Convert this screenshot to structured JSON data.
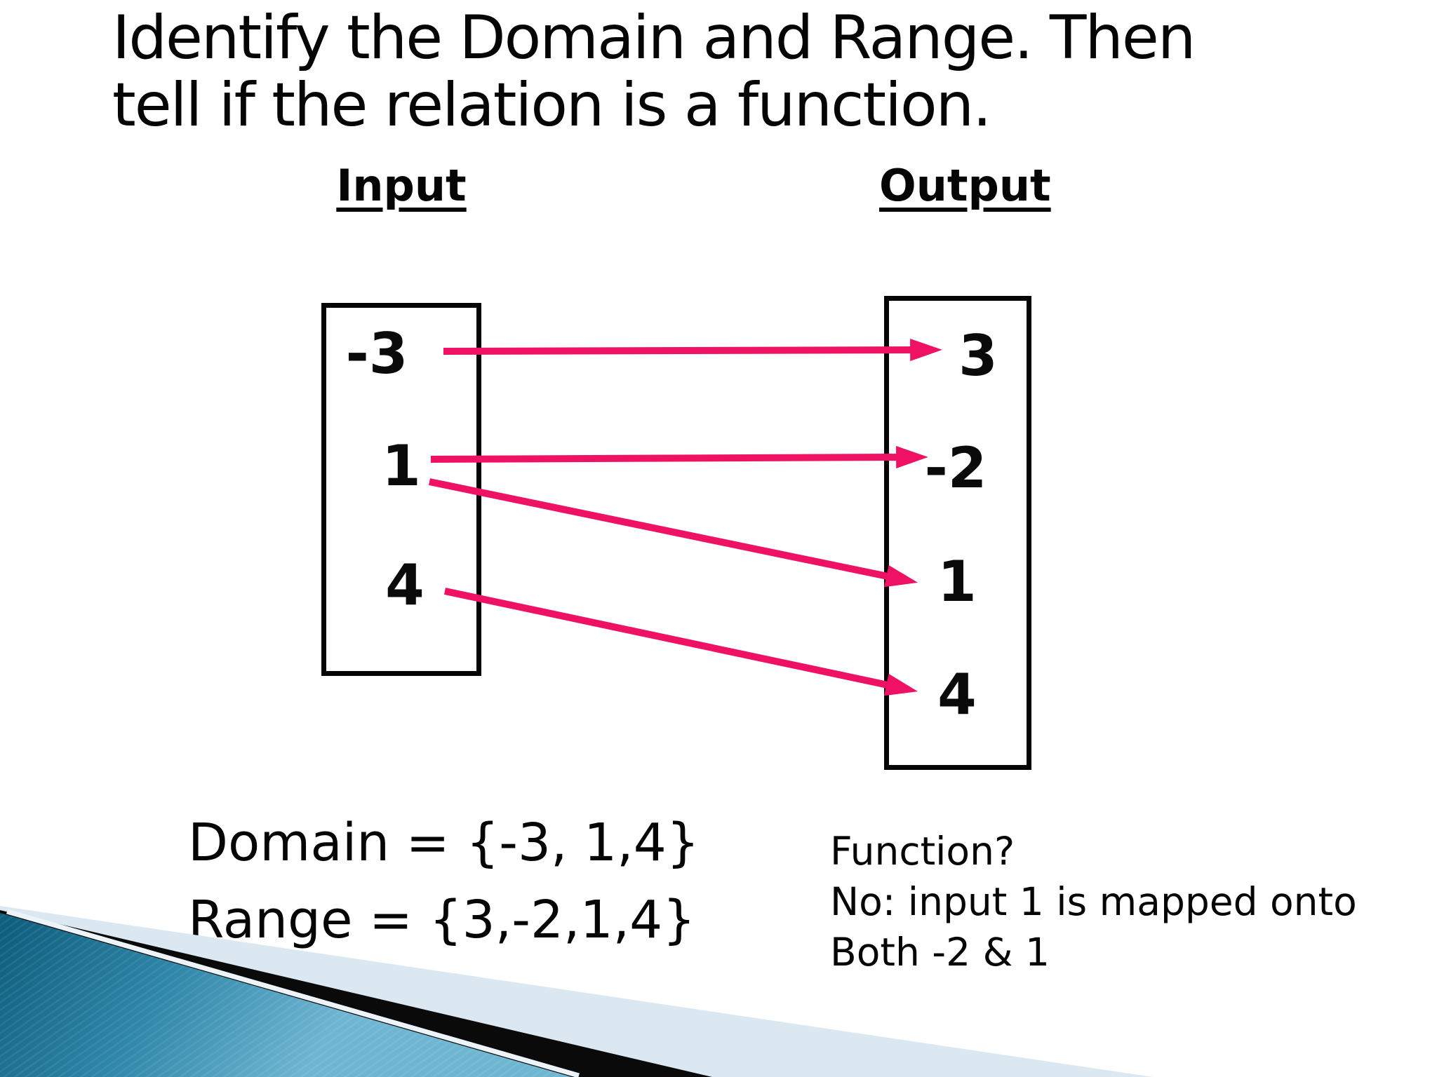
{
  "slide": {
    "title_line1": "Identify the Domain and Range. Then",
    "title_line2": "tell if the relation is a function.",
    "colors": {
      "arrow_pink": "#EE1164",
      "text_black": "#050505",
      "wedge_teal_dark": "#0F5F7F",
      "wedge_teal_mid": "#2F87A9",
      "wedge_teal_light": "#6FB6D2",
      "wedge_pale_blue": "#DBE8F1",
      "wedge_black": "#0A0A0A"
    }
  },
  "diagram": {
    "input": {
      "label": "Input",
      "values": [
        "-3",
        "1",
        "4"
      ]
    },
    "output": {
      "label": "Output",
      "values": [
        "3",
        "-2",
        "1",
        "4"
      ]
    },
    "mappings": [
      {
        "from": "-3",
        "to": "3"
      },
      {
        "from": "1",
        "to": "-2"
      },
      {
        "from": "1",
        "to": "1"
      },
      {
        "from": "4",
        "to": "4"
      }
    ]
  },
  "answers": {
    "domain": "Domain = {-3, 1,4}",
    "range": "Range = {3,-2,1,4}",
    "function_question": "Function?",
    "function_answer_line1": "No: input 1 is mapped onto",
    "function_answer_line2": "Both -2 & 1"
  }
}
